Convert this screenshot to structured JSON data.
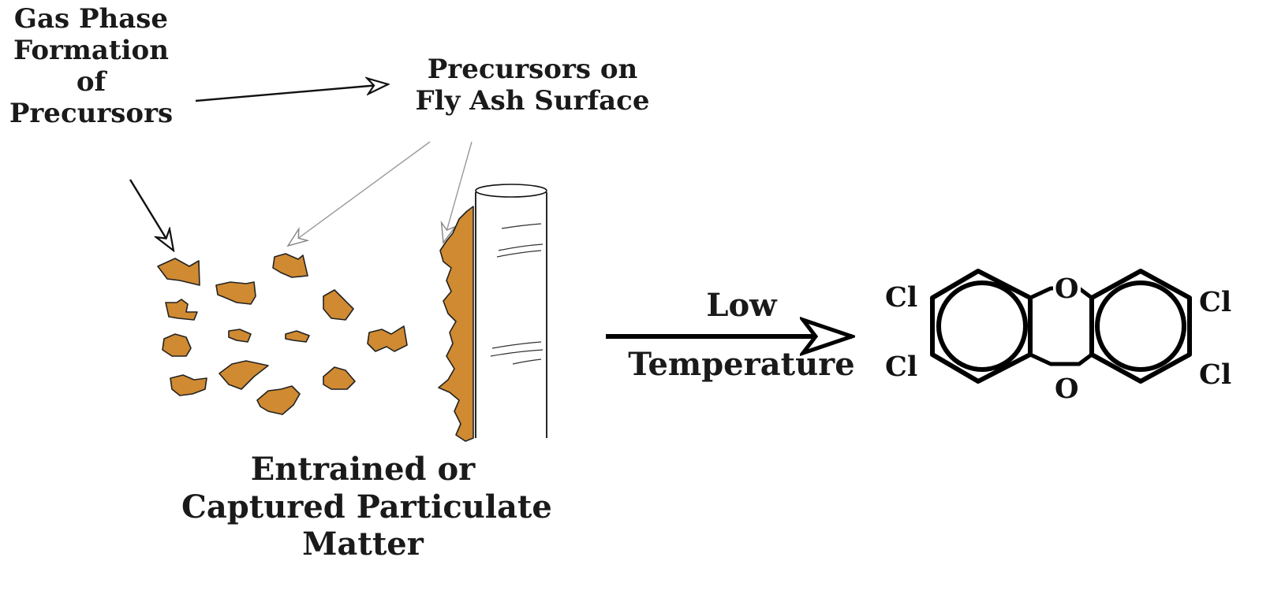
{
  "labels": {
    "gas_phase_formation": [
      "Gas Phase",
      "Formation",
      "of",
      "Precursors"
    ],
    "precursors_on_fly_ash": [
      "Precursors on",
      "Fly Ash Surface"
    ],
    "particulate_matter": [
      "Entrained or",
      "Captured Particulate",
      "Matter"
    ],
    "reaction_condition": [
      "Low",
      "Temperature"
    ]
  },
  "molecule": {
    "substituents": [
      "Cl",
      "Cl",
      "Cl",
      "Cl"
    ],
    "bridge_atoms": [
      "O",
      "O"
    ]
  },
  "colors": {
    "particle_fill": "#d08a32",
    "particle_outline": "#222222",
    "ink": "#111111",
    "thin_arrow": "#9a9a9a"
  }
}
